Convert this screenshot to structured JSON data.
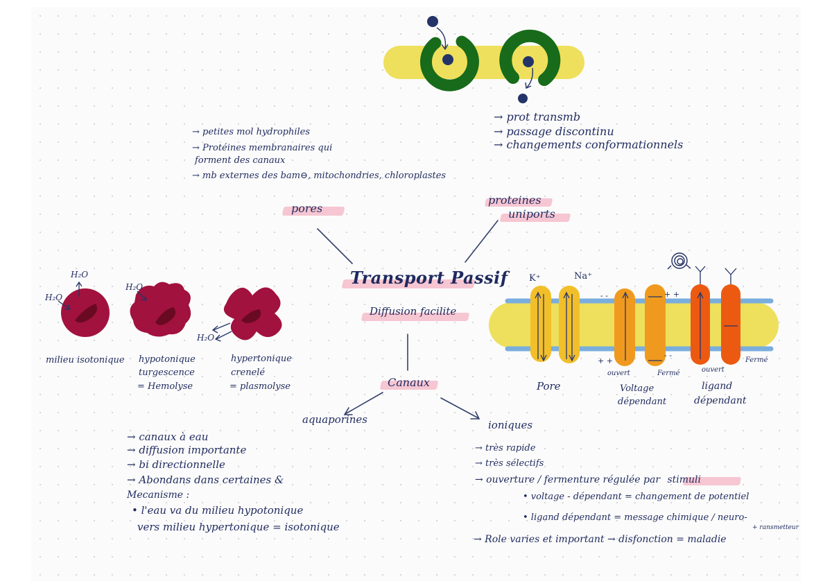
{
  "title": "Transport Passif",
  "subtitle": "Diffusion facilite",
  "nodes": {
    "pores": "pores",
    "proteines_line1": "proteines",
    "proteines_line2": "uniports",
    "canaux": "Canaux",
    "aquaporines": "aquaporines",
    "ioniques": "ioniques"
  },
  "pores_notes": [
    "→ petites mol hydrophiles",
    "→ Protéines membranaires qui",
    "forment des canaux",
    "→ mb externes des bam⊖, mitochondries, chloroplastes"
  ],
  "uniports_notes": [
    "→ prot transmb",
    "→ passage discontinu",
    "→ changements conformationnels"
  ],
  "aquaporines_notes": [
    "→ canaux à eau",
    "→ diffusion importante",
    "→ bi directionnelle",
    "→ Abondans dans certaines &",
    "Mecanisme :",
    "• l'eau va du milieu hypotonique",
    "vers milieu hypertonique = isotonique"
  ],
  "ioniques_notes": {
    "line1": "→ très rapide",
    "line2": "→ très sélectifs",
    "line3_pre": "→ ouverture / fermenture régulée par",
    "line3_hl": "stimuli",
    "line4": "• voltage - dépendant = changement de potentiel",
    "line5": "• ligand dépendant = message chimique / neuro-",
    "line5b": "+ ransmetteur",
    "line6": "→ Role varies et important → disfonction = maladie"
  },
  "cells": {
    "h2o": "H₂O",
    "iso_label": "milieu isotonique",
    "hypo_l1": "hypotonique",
    "hypo_l2": "turgescence",
    "hypo_l3": "= Hemolyse",
    "hyper_l1": "hypertonique",
    "hyper_l2": "crenelé",
    "hyper_l3": "= plasmolyse"
  },
  "channels": {
    "k": "K⁺",
    "na": "Na⁺",
    "minus": "- -",
    "plus": "+ +",
    "pore": "Pore",
    "ouvert": "ouvert",
    "ferme": "Fermé",
    "voltage_l1": "Voltage",
    "voltage_l2": "dépendant",
    "ligand_l1": "ligand",
    "ligand_l2": "dépendant"
  },
  "colors": {
    "ink": "#1f2a5e",
    "membrane_yellow": "#eee05c",
    "uniport_green": "#186b1a",
    "cell_red": "#a1123e",
    "cell_dark": "#6a0a22",
    "highlight_pink": "#f6c6d2",
    "channel_yellow": "#f2bf2b",
    "channel_orange": "#ef9a1f",
    "channel_red": "#ec5a12",
    "membrane_blue": "#79aede"
  }
}
